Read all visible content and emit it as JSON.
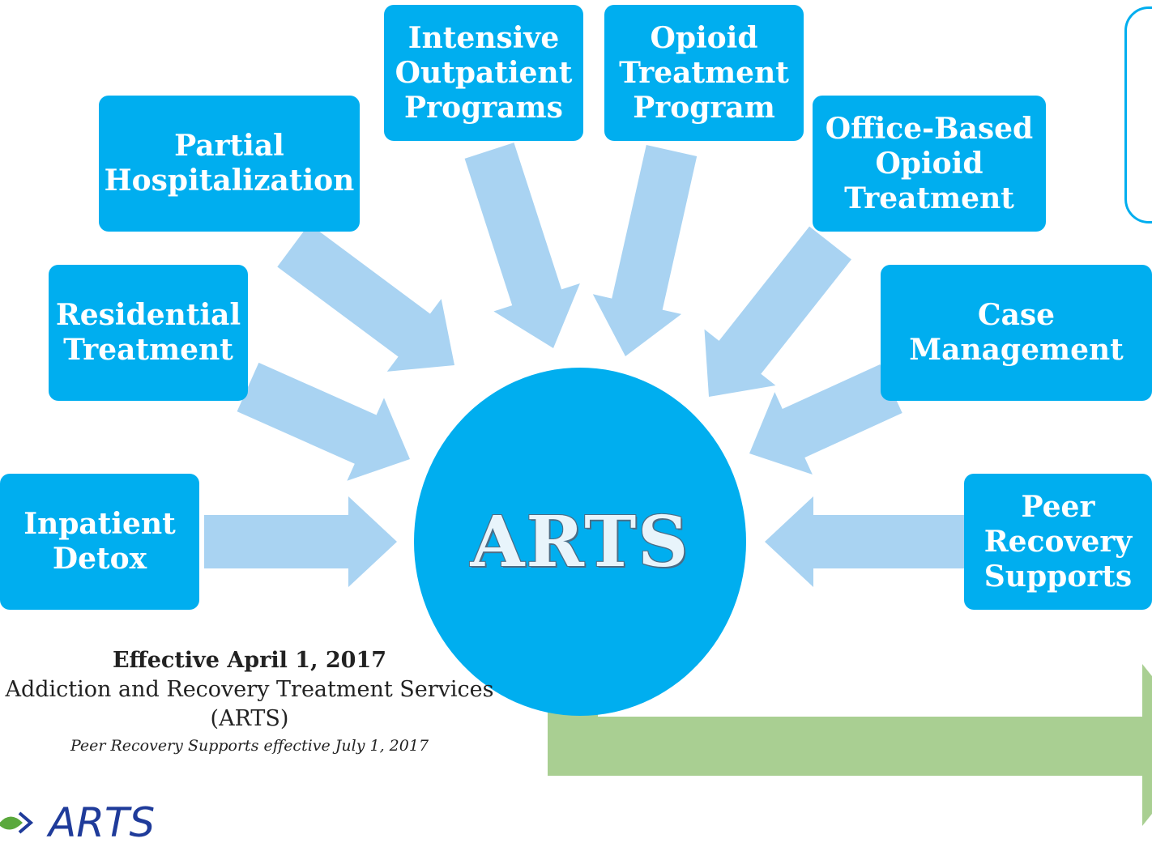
{
  "hub": {
    "label": "ARTS"
  },
  "services": [
    {
      "id": "inpatient-detox",
      "label": "Inpatient\nDetox"
    },
    {
      "id": "residential-treatment",
      "label": "Residential\nTreatment"
    },
    {
      "id": "partial-hospitalization",
      "label": "Partial\nHospitalization"
    },
    {
      "id": "intensive-outpatient-programs",
      "label": "Intensive\nOutpatient\nPrograms"
    },
    {
      "id": "opioid-treatment-program",
      "label": "Opioid\nTreatment\nProgram"
    },
    {
      "id": "office-based-opioid-treatment",
      "label": "Office-Based\nOpioid\nTreatment"
    },
    {
      "id": "case-management",
      "label": "Case\nManagement"
    },
    {
      "id": "peer-recovery-supports",
      "label": "Peer\nRecovery\nSupports"
    }
  ],
  "footnote": {
    "effective": "Effective April 1, 2017",
    "description": "Addiction and Recovery Treatment Services (ARTS)",
    "peer_note": "Peer Recovery Supports effective July 1, 2017"
  },
  "logo": {
    "text": "ARTS"
  },
  "colors": {
    "box_fill": "#00aeef",
    "arrow_fill": "#a9d3f2",
    "output_arrow_fill": "#a9cf92",
    "logo_text": "#1f3b9a"
  }
}
